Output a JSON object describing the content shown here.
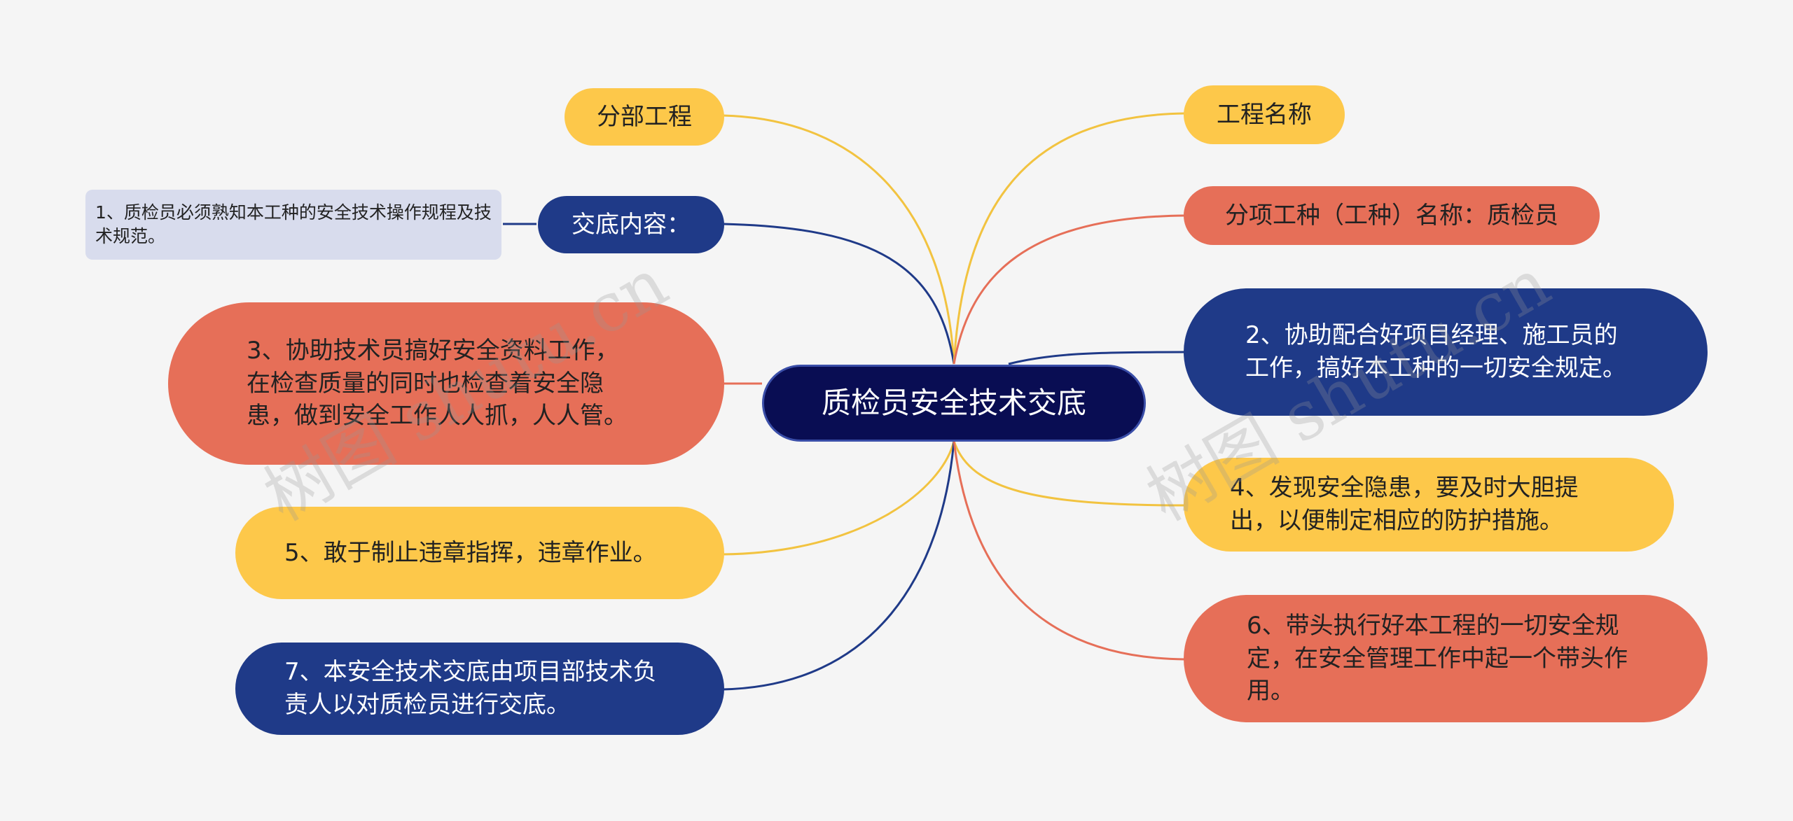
{
  "central": {
    "text": "质检员安全技术交底"
  },
  "branches": [
    {
      "id": "fenbu",
      "text": "分部工程",
      "color": "#fdc84a"
    },
    {
      "id": "jiaodi",
      "text": "交底内容：",
      "color": "#1f3a88"
    },
    {
      "id": "item1",
      "text": "1、质检员必须熟知本工种的安全技术操作规程及技术规范。",
      "color": "#d8dced"
    },
    {
      "id": "item3",
      "text": "3、协助技术员搞好安全资料工作，在检查质量的同时也检查着安全隐患，做到安全工作人人抓，人人管。",
      "color": "#e66f58"
    },
    {
      "id": "item5",
      "text": "5、敢于制止违章指挥，违章作业。",
      "color": "#fdc84a"
    },
    {
      "id": "item7",
      "text": "7、本安全技术交底由项目部技术负责人以对质检员进行交底。",
      "color": "#1f3a88"
    },
    {
      "id": "gongcheng",
      "text": "工程名称",
      "color": "#fdc84a"
    },
    {
      "id": "fenxiang",
      "text": "分项工种（工种）名称：质检员",
      "color": "#e66f58"
    },
    {
      "id": "item2",
      "text": "2、协助配合好项目经理、施工员的工作，搞好本工种的一切安全规定。",
      "color": "#1f3a88"
    },
    {
      "id": "item4",
      "text": "4、发现安全隐患，要及时大胆提出，以便制定相应的防护措施。",
      "color": "#fdc84a"
    },
    {
      "id": "item6",
      "text": "6、带头执行好本工程的一切安全规定，在安全管理工作中起一个带头作用。",
      "color": "#e66f58"
    }
  ],
  "watermark": "树图 shutu.cn"
}
